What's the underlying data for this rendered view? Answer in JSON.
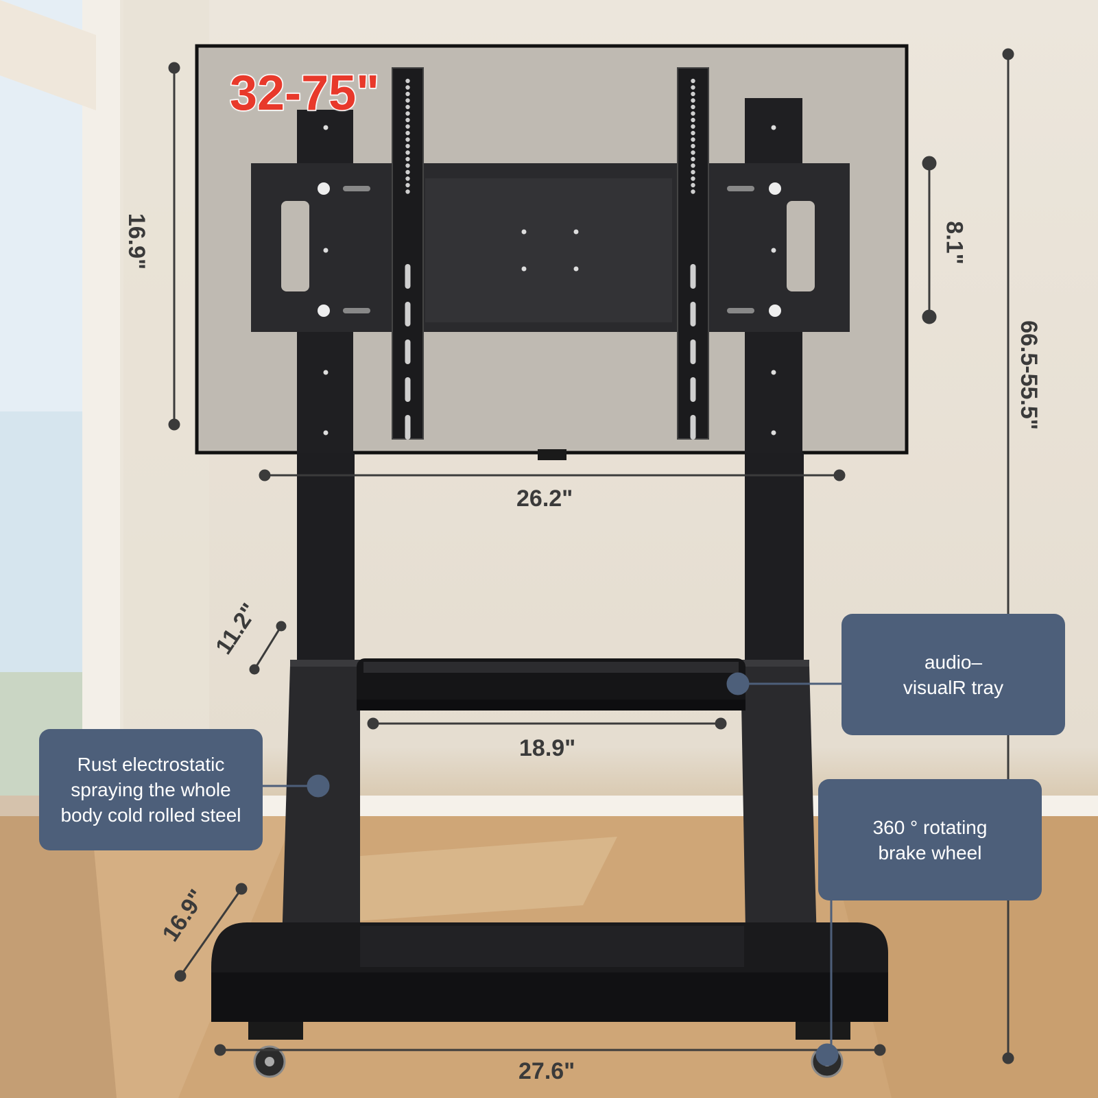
{
  "product": {
    "size_range": "32-75\""
  },
  "dimensions": {
    "mount_height": "16.9\"",
    "bracket_height": "8.1\"",
    "total_height": "66.5-55.5\"",
    "mount_width": "26.2\"",
    "tray_depth": "11.2\"",
    "tray_width": "18.9\"",
    "base_depth": "16.9\"",
    "base_width": "27.6\""
  },
  "callouts": {
    "tray": {
      "line1": "audio–",
      "line2": "visualR tray"
    },
    "steel": {
      "line1": "Rust electrostatic",
      "line2": "spraying the whole",
      "line3": "body cold rolled steel"
    },
    "wheel": {
      "line1": "360 °  rotating",
      "line2": "brake wheel"
    }
  },
  "colors": {
    "accent_red": "#e8392b",
    "callout_bg": "#4d5f7a",
    "dimension_text": "#3a3a3a",
    "stand_black": "#1c1c1e"
  }
}
